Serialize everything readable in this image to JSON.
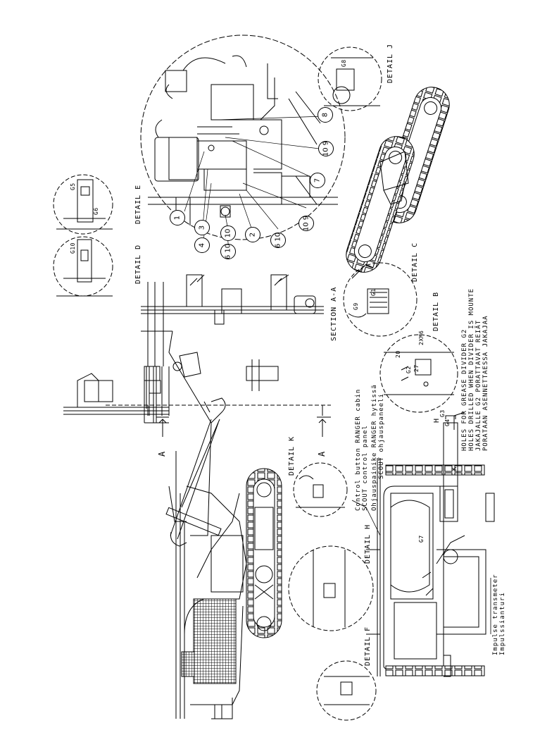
{
  "labels": {
    "detail_j": "DETAIL J",
    "detail_e": "DETAIL E",
    "detail_d": "DETAIL D",
    "detail_c": "DETAIL C",
    "detail_b": "DETAIL B",
    "detail_k": "DETAIL K",
    "detail_h": "DETAIL H",
    "detail_f": "DETAIL F",
    "section_aa": "SECTION A-A",
    "section_marker": "A",
    "marker_h": "H",
    "marker_k": "K",
    "marker_g": "G",
    "control_button_1": "Control button RANGER cabin",
    "control_button_2": "SCOUT control panel",
    "control_button_3": "Ohjauspainike RANGER hytissä",
    "control_button_4": "SCOUT ohjauspaneeli",
    "holes_1": "HOLES FOR GREASE DIVIDER G2",
    "holes_2": "HOLES DRILLED WHEN DIVIDER IS MOUNTE",
    "holes_3": "JAKAJALLE G2 PORATTAVAT REIÄT",
    "holes_4": "PORATAAN ASENNETTAESSA JAKAJAA",
    "impulse_1": "Impulse transmeter",
    "impulse_2": "Impulssianturi",
    "tag_g5": "G5",
    "tag_g6": "G6",
    "tag_g10": "G10",
    "tag_g1": "G1",
    "tag_g9": "G9",
    "tag_g2": "G2",
    "tag_g3": "G3",
    "tag_g4": "G4",
    "tag_g7": "G7",
    "tag_g8": "G8",
    "tag_2xm6": "2XM6",
    "tag_20": "20",
    "tag_27": "27"
  },
  "callouts": [
    "1",
    "3",
    "4",
    "10",
    "6 10",
    "2",
    "6 10",
    "10 9",
    "7",
    "10 9",
    "8"
  ]
}
